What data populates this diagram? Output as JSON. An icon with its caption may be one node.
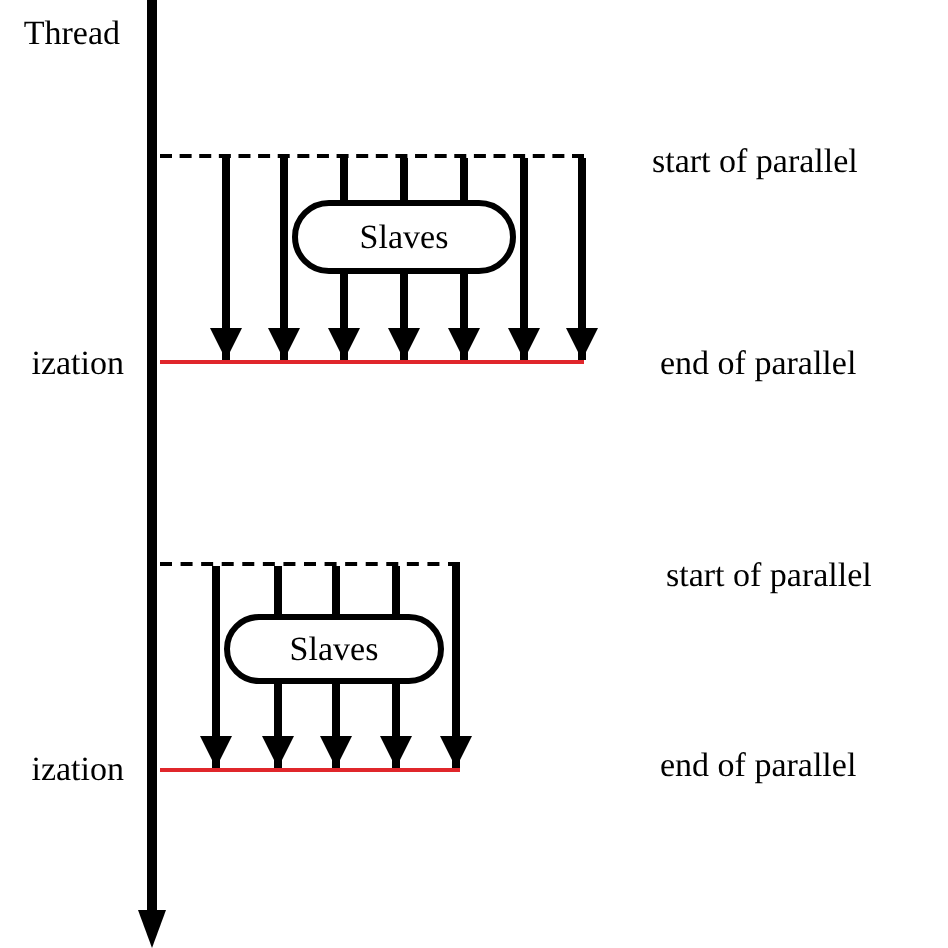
{
  "diagram": {
    "nodes": [
      {
        "text": [
          "Slaves"
        ]
      },
      {
        "text": [],
        "shape": "bar"
      },
      {
        "text": [],
        "shape": "bar",
        "beside": [
          "ization"
        ]
      },
      {
        "text": [
          "Slaves"
        ]
      },
      {
        "text": [],
        "shape": "bar"
      },
      {
        "text": [],
        "shape": "bar",
        "beside": [
          "ization"
        ]
      }
    ],
    "edges": [
      {
        "from": 1,
        "to": 2,
        "arrow": "to"
      },
      {
        "from": 1,
        "to": 2,
        "arrow": "to"
      },
      {
        "from": 1,
        "to": 0,
        "arrow": "none"
      },
      {
        "from": 0,
        "to": 2,
        "arrow": "to"
      },
      {
        "from": 1,
        "to": 0,
        "arrow": "none"
      },
      {
        "from": 0,
        "to": 2,
        "arrow": "to"
      },
      {
        "from": 1,
        "to": 0,
        "arrow": "none"
      },
      {
        "from": 0,
        "to": 2,
        "arrow": "to"
      },
      {
        "from": 1,
        "to": 2,
        "arrow": "to"
      },
      {
        "from": 1,
        "to": 2,
        "arrow": "to"
      },
      {
        "from": 4,
        "to": 5,
        "arrow": "to"
      },
      {
        "from": 4,
        "to": 3,
        "arrow": "none"
      },
      {
        "from": 3,
        "to": 5,
        "arrow": "to"
      },
      {
        "from": 4,
        "to": 3,
        "arrow": "none"
      },
      {
        "from": 3,
        "to": 5,
        "arrow": "to"
      },
      {
        "from": 4,
        "to": 3,
        "arrow": "none"
      },
      {
        "from": 3,
        "to": 5,
        "arrow": "to"
      },
      {
        "from": 4,
        "to": 5,
        "arrow": "to"
      }
    ],
    "labels": [
      "Thread",
      "start of parallel",
      "end of parallel",
      "start of parallel",
      "end of parallel"
    ]
  }
}
